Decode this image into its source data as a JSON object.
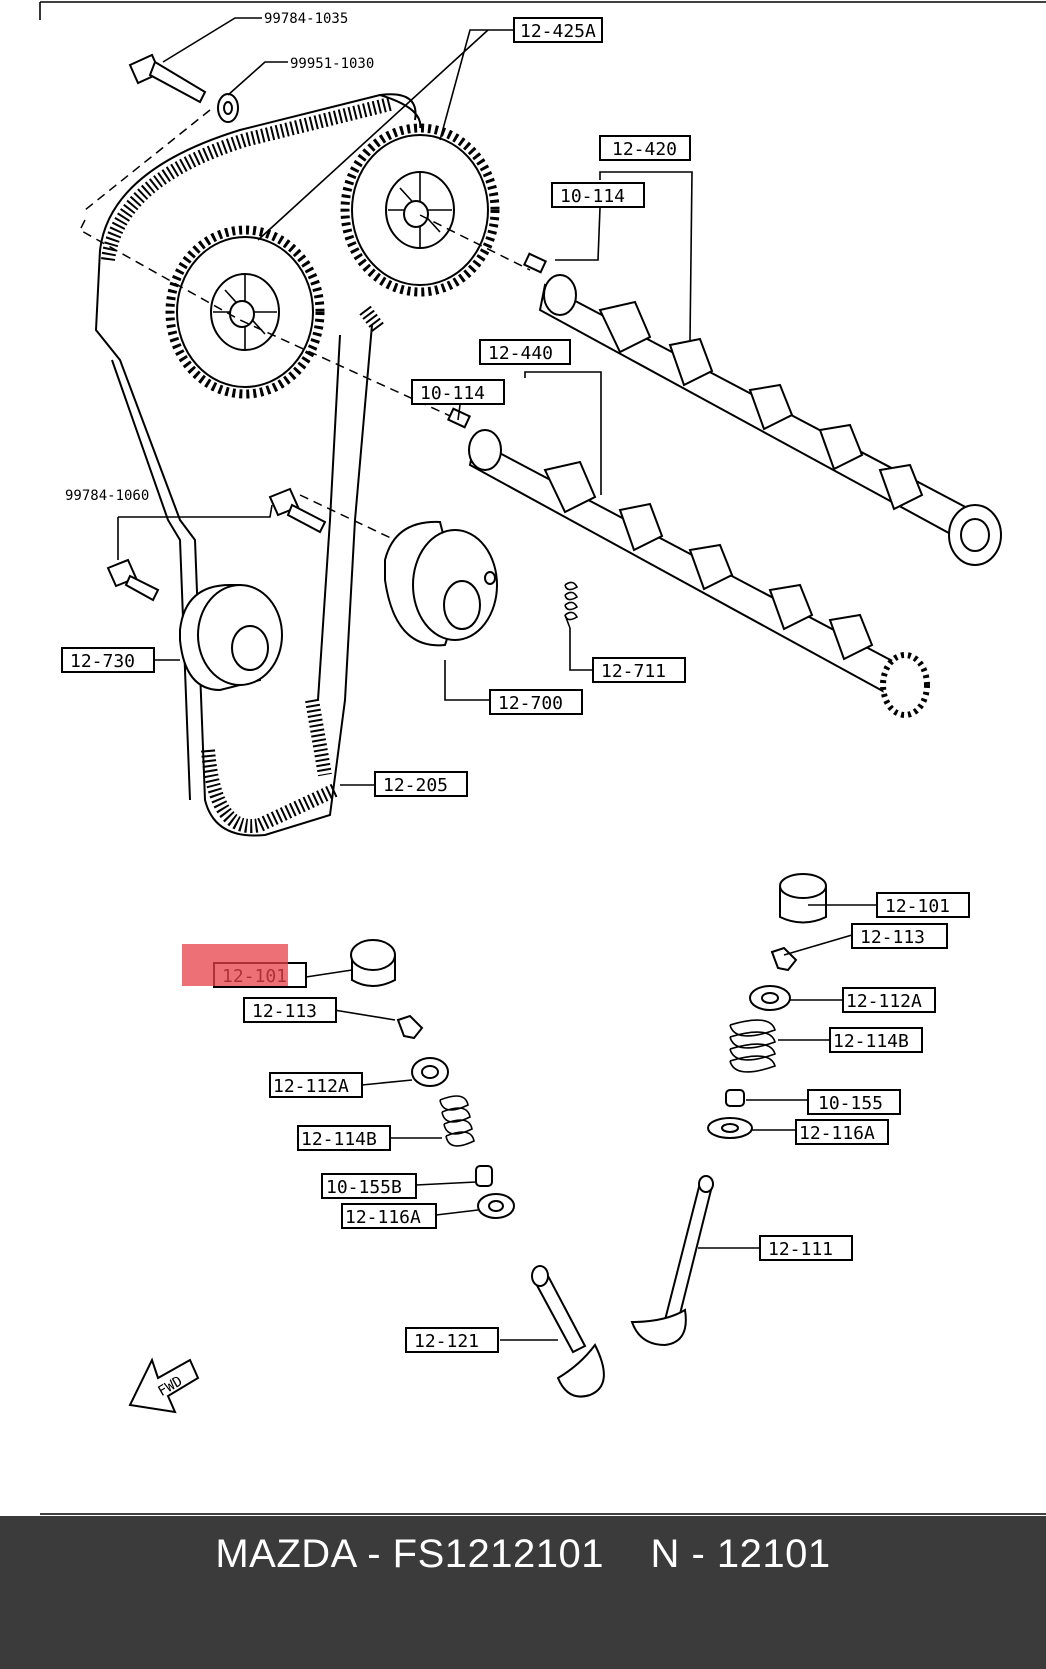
{
  "footer": {
    "title": "MAZDA - FS1212101    N - 12101"
  },
  "highlight": {
    "color": "#e8404a",
    "target_label": "12-101"
  },
  "diagram": {
    "labels": {
      "bolt_top": "99784-1035",
      "washer_top": "99951-1030",
      "gear_425a": "12-425A",
      "cam_420": "12-420",
      "pin_114_top": "10-114",
      "cam_440": "12-440",
      "pin_114_bottom": "10-114",
      "bolt_mid": "99784-1060",
      "idler_730": "12-730",
      "tensioner_700": "12-700",
      "spring_711": "12-711",
      "belt_205": "12-205",
      "tappet_right": "12-101",
      "keeper_right": "12-113",
      "retainer_right": "12-112A",
      "spring_right": "12-114B",
      "seal_right": "10-155",
      "seat_right": "12-116A",
      "tappet_left": "12-101",
      "keeper_left": "12-113",
      "retainer_left": "12-112A",
      "spring_left": "12-114B",
      "seal_left": "10-155B",
      "seat_left": "12-116A",
      "valve_111": "12-111",
      "valve_121": "12-121",
      "fwd": "FWD"
    }
  }
}
